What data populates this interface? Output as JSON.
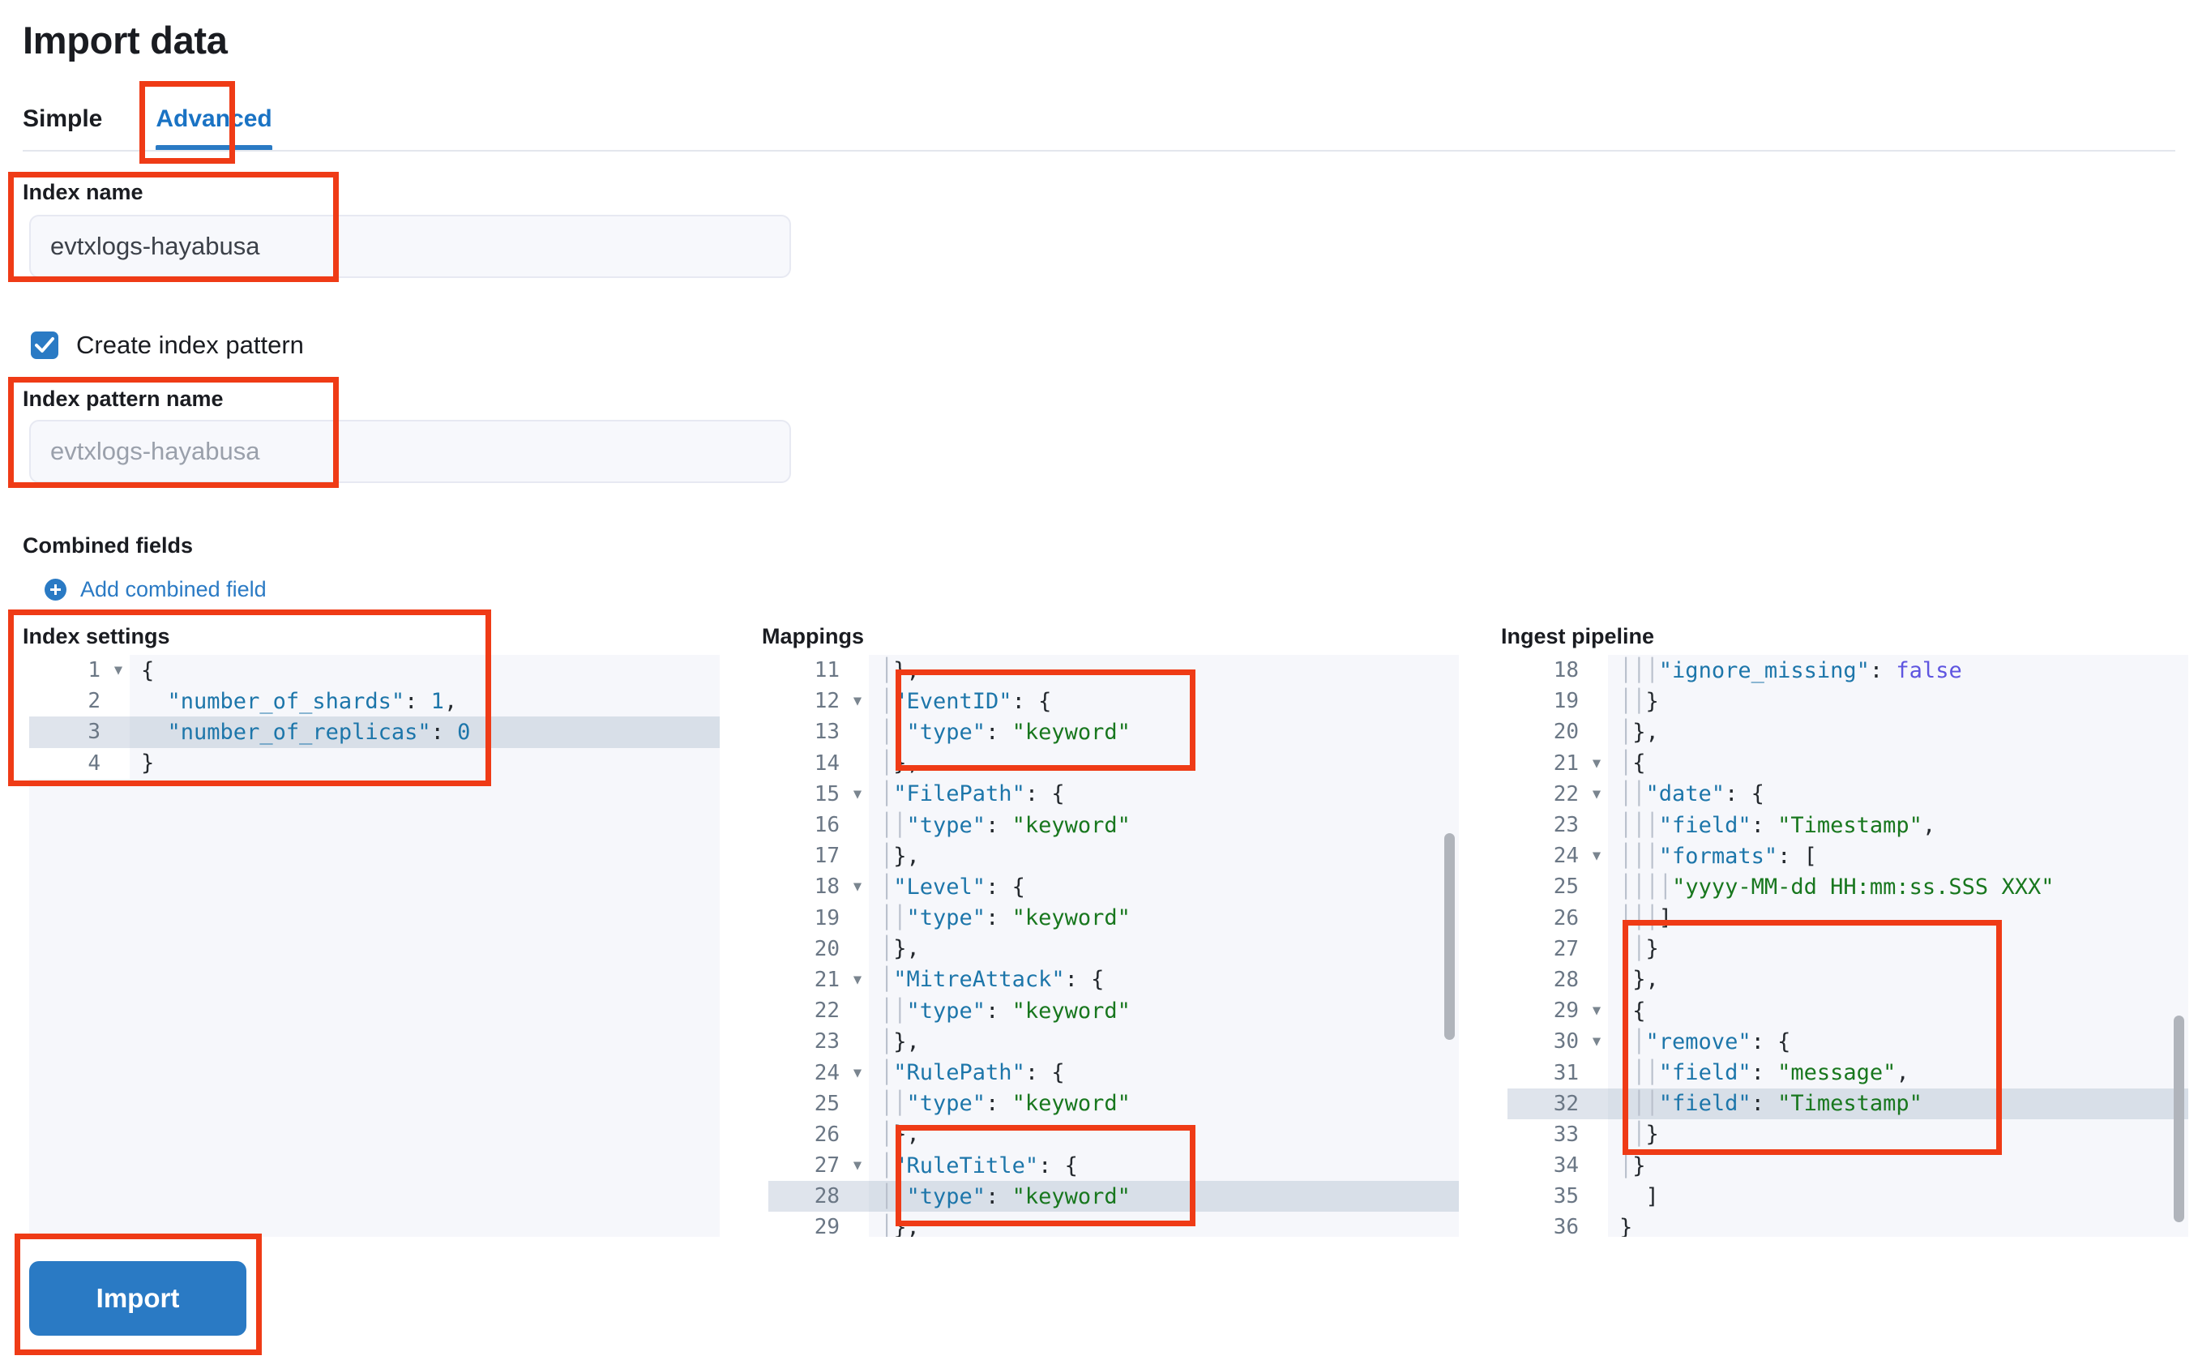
{
  "page": {
    "title": "Import data"
  },
  "tabs": [
    {
      "label": "Simple",
      "active": false
    },
    {
      "label": "Advanced",
      "active": true
    }
  ],
  "form": {
    "index_name_label": "Index name",
    "index_name_value": "evtxlogs-hayabusa",
    "create_index_pattern_label": "Create index pattern",
    "create_index_pattern_checked": true,
    "index_pattern_label": "Index pattern name",
    "index_pattern_placeholder": "evtxlogs-hayabusa",
    "combined_fields_label": "Combined fields",
    "add_combined_field_label": "Add combined field"
  },
  "editors": {
    "index_settings": {
      "title": "Index settings",
      "highlight_line": 3,
      "lines": [
        {
          "n": 1,
          "fold": true,
          "code": "{"
        },
        {
          "n": 2,
          "fold": false,
          "code": "  \"number_of_shards\": 1,"
        },
        {
          "n": 3,
          "fold": false,
          "code": "  \"number_of_replicas\": 0"
        },
        {
          "n": 4,
          "fold": false,
          "code": "}"
        }
      ]
    },
    "mappings": {
      "title": "Mappings",
      "highlight_line": 28,
      "lines": [
        {
          "n": 11,
          "fold": false,
          "code": "  },",
          "guides": 1
        },
        {
          "n": 12,
          "fold": true,
          "code": "  \"EventID\": {",
          "guides": 1
        },
        {
          "n": 13,
          "fold": false,
          "code": "    \"type\": \"keyword\"",
          "guides": 2
        },
        {
          "n": 14,
          "fold": false,
          "code": "  },",
          "guides": 1
        },
        {
          "n": 15,
          "fold": true,
          "code": "  \"FilePath\": {",
          "guides": 1
        },
        {
          "n": 16,
          "fold": false,
          "code": "    \"type\": \"keyword\"",
          "guides": 2
        },
        {
          "n": 17,
          "fold": false,
          "code": "  },",
          "guides": 1
        },
        {
          "n": 18,
          "fold": true,
          "code": "  \"Level\": {",
          "guides": 1
        },
        {
          "n": 19,
          "fold": false,
          "code": "    \"type\": \"keyword\"",
          "guides": 2
        },
        {
          "n": 20,
          "fold": false,
          "code": "  },",
          "guides": 1
        },
        {
          "n": 21,
          "fold": true,
          "code": "  \"MitreAttack\": {",
          "guides": 1
        },
        {
          "n": 22,
          "fold": false,
          "code": "    \"type\": \"keyword\"",
          "guides": 2
        },
        {
          "n": 23,
          "fold": false,
          "code": "  },",
          "guides": 1
        },
        {
          "n": 24,
          "fold": true,
          "code": "  \"RulePath\": {",
          "guides": 1
        },
        {
          "n": 25,
          "fold": false,
          "code": "    \"type\": \"keyword\"",
          "guides": 2
        },
        {
          "n": 26,
          "fold": false,
          "code": "  },",
          "guides": 1
        },
        {
          "n": 27,
          "fold": true,
          "code": "  \"RuleTitle\": {",
          "guides": 1
        },
        {
          "n": 28,
          "fold": false,
          "code": "    \"type\": \"keyword\"",
          "guides": 2
        },
        {
          "n": 29,
          "fold": false,
          "code": "  },",
          "guides": 1
        }
      ]
    },
    "ingest_pipeline": {
      "title": "Ingest pipeline",
      "highlight_line": 32,
      "lines": [
        {
          "n": 18,
          "fold": false,
          "code": "      \"ignore_missing\": false",
          "guides": 3
        },
        {
          "n": 19,
          "fold": false,
          "code": "    }",
          "guides": 2
        },
        {
          "n": 20,
          "fold": false,
          "code": "  },",
          "guides": 1
        },
        {
          "n": 21,
          "fold": true,
          "code": "  {",
          "guides": 1
        },
        {
          "n": 22,
          "fold": true,
          "code": "    \"date\": {",
          "guides": 2
        },
        {
          "n": 23,
          "fold": false,
          "code": "      \"field\": \"Timestamp\",",
          "guides": 3
        },
        {
          "n": 24,
          "fold": true,
          "code": "      \"formats\": [",
          "guides": 3
        },
        {
          "n": 25,
          "fold": false,
          "code": "        \"yyyy-MM-dd HH:mm:ss.SSS XXX\"",
          "guides": 4
        },
        {
          "n": 26,
          "fold": false,
          "code": "      ]",
          "guides": 3
        },
        {
          "n": 27,
          "fold": false,
          "code": "    }",
          "guides": 2
        },
        {
          "n": 28,
          "fold": false,
          "code": "  },",
          "guides": 1
        },
        {
          "n": 29,
          "fold": true,
          "code": "  {",
          "guides": 1
        },
        {
          "n": 30,
          "fold": true,
          "code": "    \"remove\": {",
          "guides": 2
        },
        {
          "n": 31,
          "fold": false,
          "code": "      \"field\": \"message\",",
          "guides": 3
        },
        {
          "n": 32,
          "fold": false,
          "code": "      \"field\": \"Timestamp\"",
          "guides": 3
        },
        {
          "n": 33,
          "fold": false,
          "code": "    }",
          "guides": 2
        },
        {
          "n": 34,
          "fold": false,
          "code": "  }",
          "guides": 1
        },
        {
          "n": 35,
          "fold": false,
          "code": "  ]",
          "guides": 0
        },
        {
          "n": 36,
          "fold": false,
          "code": "}",
          "guides": 0
        }
      ]
    }
  },
  "actions": {
    "import_label": "Import"
  },
  "colors": {
    "accent": "#2a7ac4",
    "annotation": "#ef3b16",
    "key": "#1d76aa",
    "string": "#18771e",
    "boolean": "#5e55e0"
  }
}
